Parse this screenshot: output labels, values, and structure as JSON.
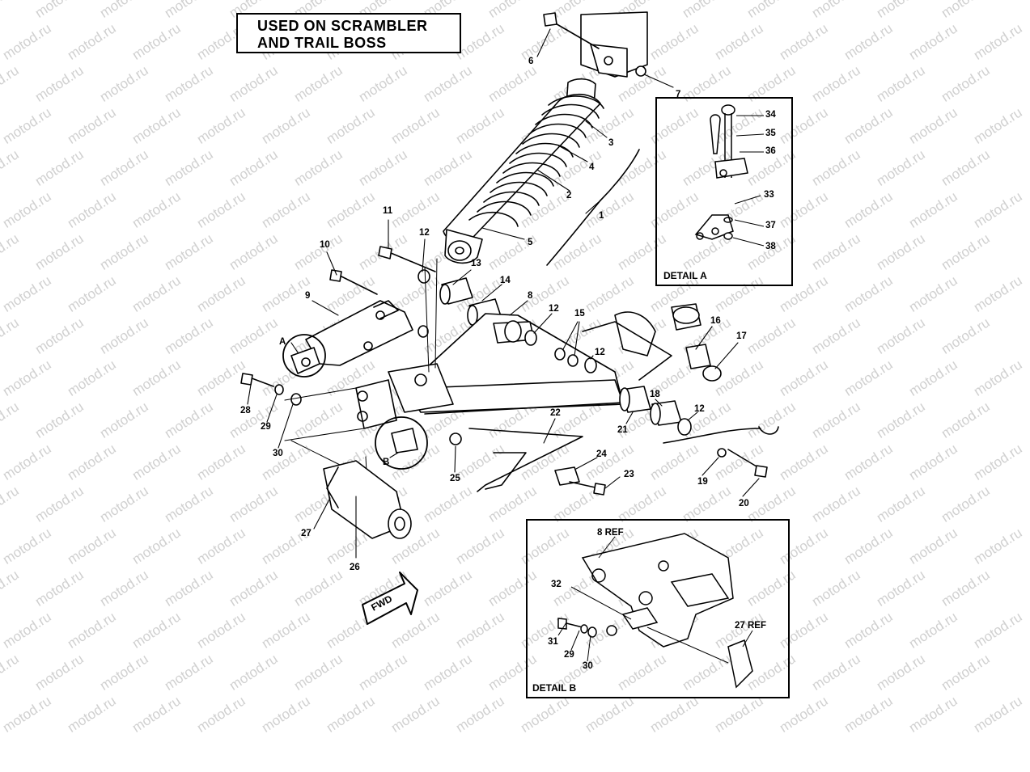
{
  "title": {
    "line1": "USED ON SCRAMBLER",
    "line2": "AND TRAIL BOSS"
  },
  "watermark": {
    "text": "motod.ru",
    "color": "#d0d0d0"
  },
  "fwd_label": "FWD",
  "detail_a": {
    "title": "DETAIL A",
    "callouts": [
      "34",
      "35",
      "36",
      "33",
      "37",
      "38"
    ]
  },
  "detail_b": {
    "title": "DETAIL B",
    "callouts": [
      "8 REF",
      "32",
      "31",
      "29",
      "30",
      "27 REF"
    ]
  },
  "main_callouts": [
    "6",
    "7",
    "3",
    "4",
    "2",
    "1",
    "5",
    "11",
    "12",
    "13",
    "10",
    "14",
    "9",
    "8",
    "12",
    "15",
    "12",
    "16",
    "17",
    "A",
    "28",
    "29",
    "30",
    "B",
    "25",
    "22",
    "21",
    "18",
    "12",
    "24",
    "23",
    "19",
    "20",
    "27",
    "26"
  ]
}
